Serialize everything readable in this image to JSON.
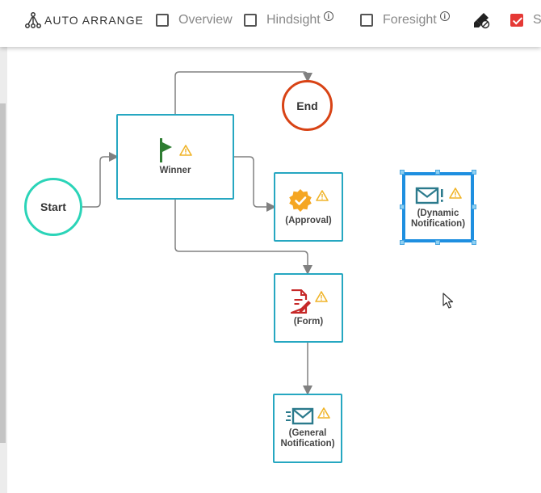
{
  "toolbar": {
    "auto_arrange_label": "AUTO ARRANGE",
    "overview_label": "Overview",
    "hindsight_label": "Hindsight",
    "foresight_label": "Foresight",
    "info_glyph": "i",
    "last_checkbox_label": "S"
  },
  "nodes": {
    "start": "Start",
    "end": "End",
    "winner": "Winner",
    "approval": "(Approval)",
    "form": "(Form)",
    "general_line1": "(General",
    "general_line2": "Notification)",
    "dynamic_line1": "(Dynamic",
    "dynamic_line2": "Notification)"
  },
  "colors": {
    "node_border": "#26a7c1",
    "start_border": "#2bd4b8",
    "end_border": "#d84315",
    "selected_border": "#1e8fe0",
    "warning": "#f0b429",
    "connector": "#808080",
    "checkbox_checked": "#e53935"
  },
  "icons": {
    "auto_arrange": "hierarchy-icon",
    "highlighter": "highlighter-off-icon",
    "winner": "flag-icon",
    "approval": "approval-badge-icon",
    "form": "form-edit-icon",
    "general": "mail-send-icon",
    "dynamic": "mail-alert-icon",
    "warning": "warning-icon",
    "cursor": "mouse-pointer-icon"
  }
}
